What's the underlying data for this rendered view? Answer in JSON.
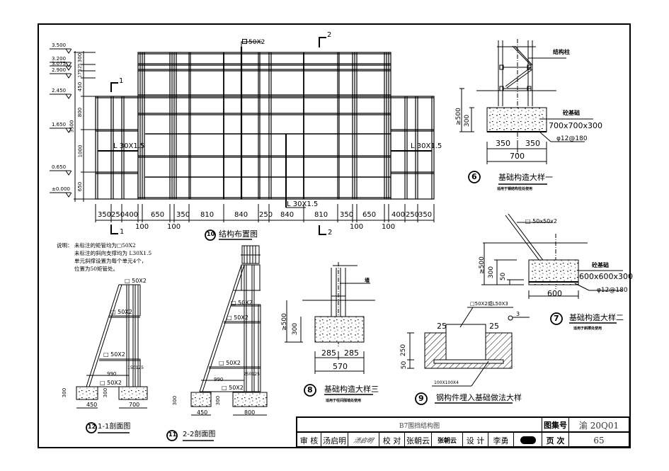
{
  "sheet": {
    "elevations": [
      "3.500",
      "3.200",
      "3.075",
      "2.900",
      "2.450",
      "1.650",
      "0.650",
      "±0.000"
    ],
    "vertical_dims": [
      "300",
      "125",
      "175",
      "450",
      "800",
      "1000",
      "650",
      "3500"
    ],
    "horizontal_dims": [
      "350",
      "250",
      "400",
      "100",
      "650",
      "100",
      "350",
      "810",
      "840",
      "250",
      "840",
      "810",
      "350",
      "100",
      "650",
      "100",
      "400",
      "250",
      "350"
    ],
    "section_marks": {
      "s1_top": "1",
      "s1_bottom": "1",
      "s2_top": "2",
      "s2_bottom": "2"
    },
    "callouts": {
      "tube_top": "50X2",
      "angle_left": "L 30X1.5",
      "angle_right": "L 30X1.5",
      "angle_center": "L 30X1.5"
    },
    "main_title_num": "10",
    "main_title": "结构布置图",
    "notes": {
      "prefix": "说明：",
      "line1": "未标注的矩管均为□50X2",
      "line2": "未标注的斜向支撑均为 L30X1.5",
      "line3": "单元斜撑设置为每个单元4个，",
      "line4": "位置为50矩管处。"
    }
  },
  "detail6": {
    "num": "6",
    "title": "基础构造大样一",
    "subtitle": "适用于钢结构柱处使用",
    "column_label": "结构柱",
    "found_label": "砼基础",
    "found_size": "700x700x300",
    "rebar": "φ12@180",
    "dims": {
      "depth": "≥500",
      "height": "300",
      "half_l": "350",
      "half_r": "350",
      "total": "700"
    }
  },
  "detail7": {
    "num": "7",
    "title": "基础构造大样二",
    "subtitle": "适用于斜撑处使用",
    "tube": "□ 50x50x2",
    "found_label": "砼基础",
    "found_size": "600x600x300",
    "rebar": "φ12@180",
    "dims": {
      "depth": "≥500",
      "height": "300",
      "small": "50",
      "total": "600"
    }
  },
  "detail8": {
    "num": "8",
    "title": "基础构造大样三",
    "subtitle": "适用于柱间围墙处使用",
    "wall_label": "墙",
    "dims": {
      "depth": "≥500",
      "height": "300",
      "half_l": "285",
      "half_r": "285",
      "total": "570"
    }
  },
  "detail9": {
    "num": "9",
    "title": "钢构件埋入基础做法大样",
    "tube": "□50X2或L50X3",
    "plate": "100X100X4",
    "weld": "3",
    "dims": {
      "gap_l": "25",
      "gap_r": "25",
      "h1": "250",
      "h2": "50"
    }
  },
  "section11": {
    "num": "11",
    "title": "2-2剖面图",
    "tube": "□ 50X2",
    "span": "990",
    "inner": "250125",
    "base_l": "450",
    "base_r": "800",
    "h_l": "300",
    "h_r": "300"
  },
  "section12": {
    "num": "12",
    "title": "1-1剖面图",
    "tube": "□ 50X2",
    "span": "990",
    "inner": "150125",
    "base_l": "450",
    "base_r": "700",
    "h_l": "300",
    "h_r": "300"
  },
  "title_block": {
    "drawing_name": "B7围挡结构图",
    "atlas_label": "图集号",
    "atlas_value": "渝 20Q01",
    "page_label": "页 次",
    "page_value": "65",
    "review_label": "审 核",
    "reviewer": "汤启明",
    "check_label": "校 对",
    "checker": "张朝云",
    "design_label": "设 计",
    "designer": "李勇",
    "sig_reviewer": "汤启明",
    "sig_checker": "张朝云",
    "sig_designer": "李勇"
  }
}
